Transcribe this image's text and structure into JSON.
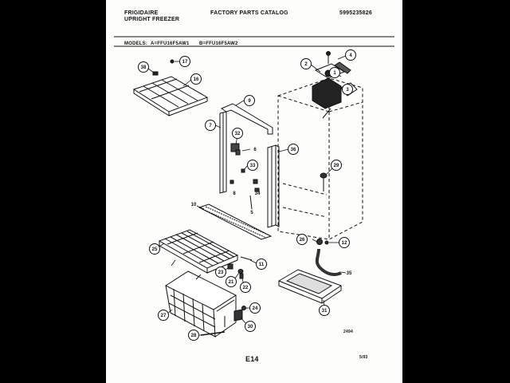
{
  "header": {
    "brand": "FRIGIDAIRE",
    "product": "UPRIGHT FREEZER",
    "catalog": "FACTORY PARTS CATALOG",
    "part_no": "5995235826"
  },
  "models": {
    "label": "MODELS:",
    "a": "A=FFU16F5AW1",
    "b": "B=FFU16F5AW2"
  },
  "footer": {
    "page": "E14",
    "code": "2494",
    "date": "5/93"
  },
  "callouts": [
    "38",
    "17",
    "16",
    "2",
    "1",
    "3",
    "4",
    "9",
    "7",
    "32",
    "33",
    "36",
    "6",
    "34",
    "8",
    "10",
    "5",
    "29",
    "26",
    "12",
    "25",
    "11",
    "23",
    "21",
    "22",
    "35",
    "27",
    "24",
    "30",
    "31",
    "28"
  ],
  "colors": {
    "ink": "#111111",
    "paper": "#fdfdfb",
    "frame": "#000000"
  }
}
